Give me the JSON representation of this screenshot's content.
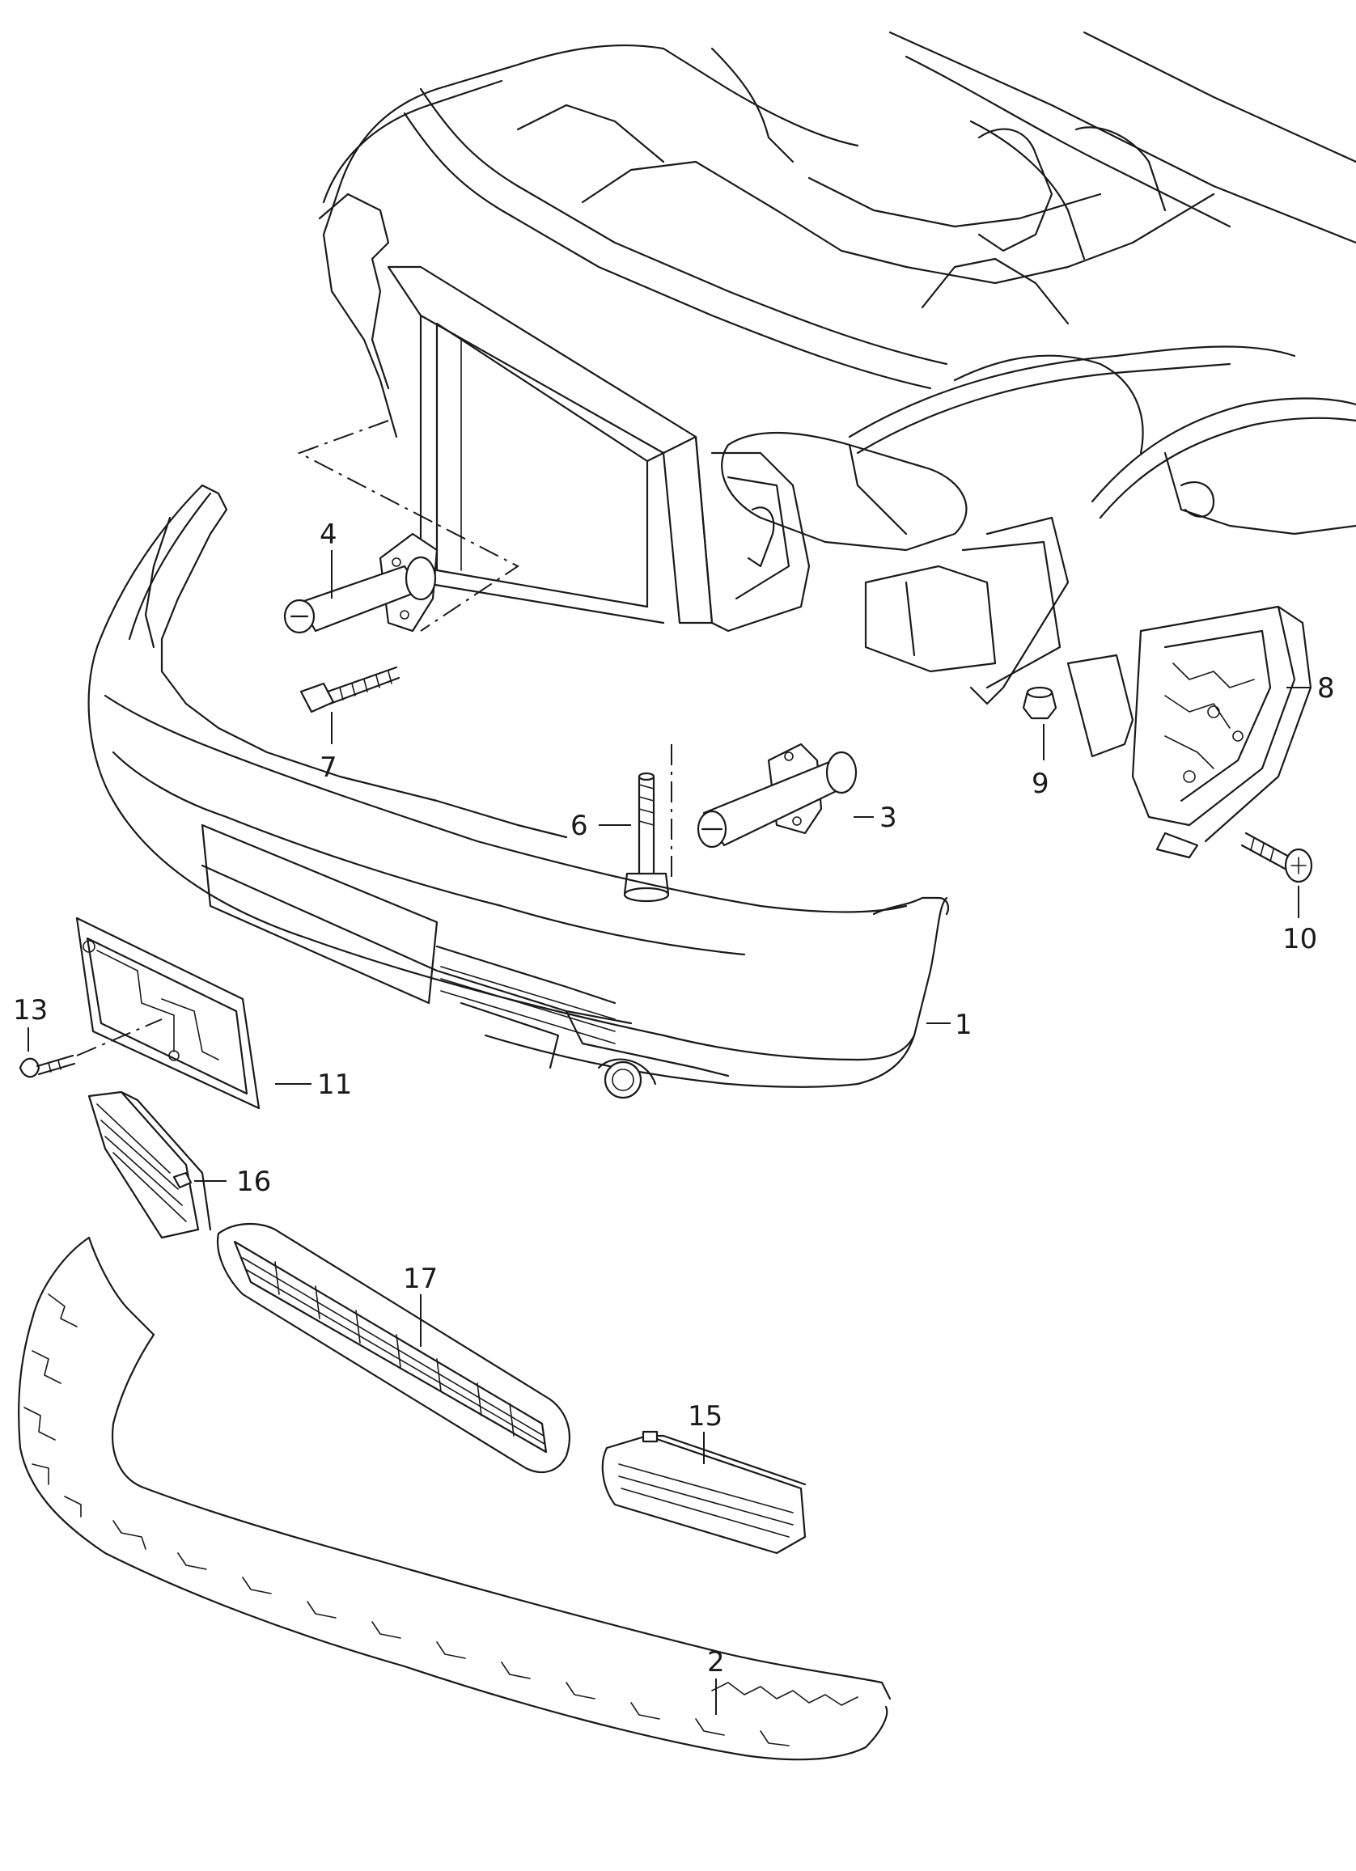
{
  "callouts": {
    "p1": "1",
    "p2": "2",
    "p3": "3",
    "p4": "4",
    "p6": "6",
    "p7": "7",
    "p8": "8",
    "p9": "9",
    "p10": "10",
    "p11": "11",
    "p13": "13",
    "p15": "15",
    "p16": "16",
    "p17": "17"
  }
}
